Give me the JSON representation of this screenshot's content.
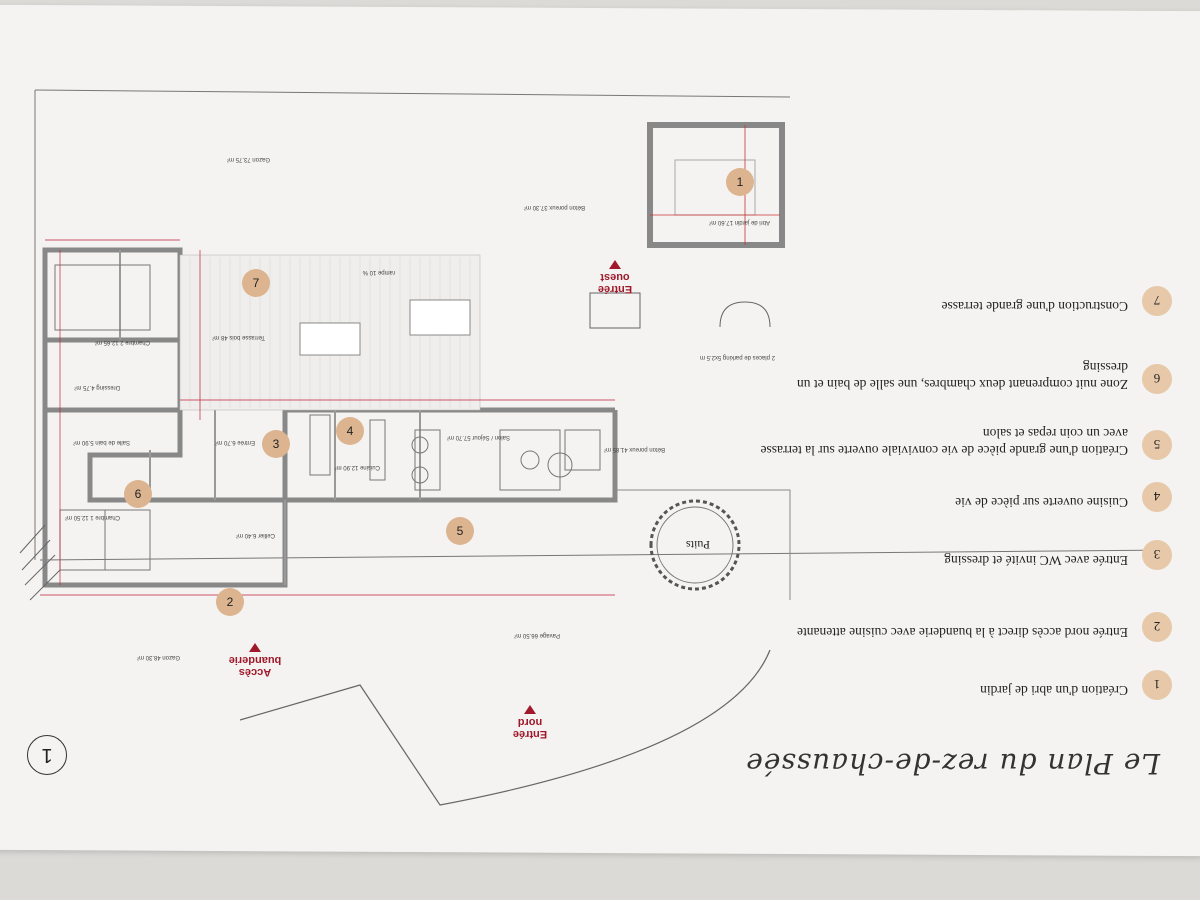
{
  "title": "Le Plan du rez-de-chaussée",
  "sheet_number": "1",
  "legend": [
    {
      "num": "1",
      "text": "Création d'un abri de jardin"
    },
    {
      "num": "2",
      "text": "Entrée nord accès direct à la buanderie avec cuisine attenante"
    },
    {
      "num": "3",
      "text": "Entrée avec WC invité et dressing"
    },
    {
      "num": "4",
      "text": "Cuisine ouverte sur pièce de vie"
    },
    {
      "num": "5",
      "text": "Création d'une grande pièce de vie conviviale ouverte sur la terrasse avec un coin repas et salon"
    },
    {
      "num": "6",
      "text": "Zone nuit comprenant deux chambres, une salle de bain et un dressing"
    },
    {
      "num": "7",
      "text": "Construction d'une grande terrasse"
    }
  ],
  "plan": {
    "entree_nord": "Entrée nord",
    "acces_buanderie": "Accès buanderie",
    "entree_ouest": "Entrée ouest",
    "puits": "Puits",
    "parvage": "Pavage 66.50 m²",
    "gazon_nord": "Gazon 48.30 m²",
    "gazon_sud": "Gazon 73.75 m²",
    "beton_poreux_1": "Béton poreux 37.30 m²",
    "beton_poreux_2": "Béton poreux 41.85 m²",
    "parking": "2 places de parking 5x2.5 m",
    "terrasse": "Terrasse bois 48 m²",
    "rampe": "rampe 10 %",
    "sejour": "Salon / Séjour 57.70 m²",
    "cuisine": "Cuisine 12.90 m²",
    "cellier": "Cellier 6.40 m²",
    "entree": "Entrée 6.70 m²",
    "chambre1": "Chambre 1 12.50 m²",
    "chambre2": "Chambre 2 12.65 m²",
    "sdb": "Salle de bain 5.90 m²",
    "dressing": "Dressing 4.75 m²",
    "abri": "Abri de jardin 17.60 m²",
    "badges": [
      "1",
      "2",
      "3",
      "4",
      "5",
      "6",
      "7"
    ]
  },
  "colors": {
    "paper": "#f4f3f1",
    "accent": "#a0182a",
    "badge": "#dcb48f",
    "wall": "#8a8a8a"
  }
}
